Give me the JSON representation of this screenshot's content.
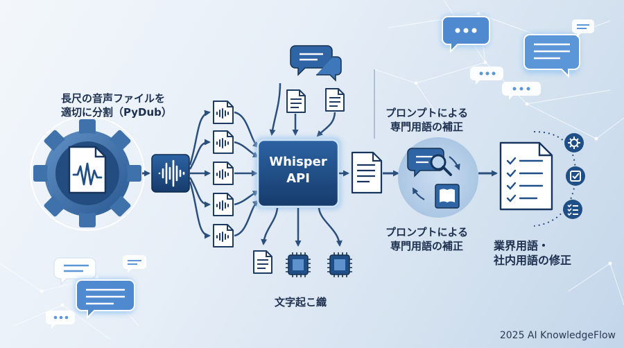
{
  "labels": {
    "split_line1": "長尺の音声ファイルを",
    "split_line2": "適切に分割（PyDub）",
    "prompt_top_line1": "プロンプトによる",
    "prompt_top_line2": "専門用語の補正",
    "prompt_bottom_line1": "プロンプトによる",
    "prompt_bottom_line2": "専門用語の補正",
    "industry_line1": "業界用語・",
    "industry_line2": "社内用語の修正",
    "transcription": "文字起こ織",
    "whisper_line1": "Whisper",
    "whisper_line2": "API",
    "footer": "2025 AI KnowledgeFlow"
  },
  "icons": [
    "gear-icon",
    "audio-file-icon",
    "waveform-icon",
    "audio-segment-icon",
    "chat-bubble-icon",
    "document-icon",
    "magnifier-icon",
    "book-icon",
    "checklist-icon",
    "chip-icon",
    "settings-icon",
    "check-icon",
    "list-icon"
  ],
  "colors": {
    "primary": "#1f4f86",
    "dark": "#1b355a",
    "accent": "#6fa8e6",
    "text": "#1c2f4e",
    "glow": "#8fc1f2"
  }
}
